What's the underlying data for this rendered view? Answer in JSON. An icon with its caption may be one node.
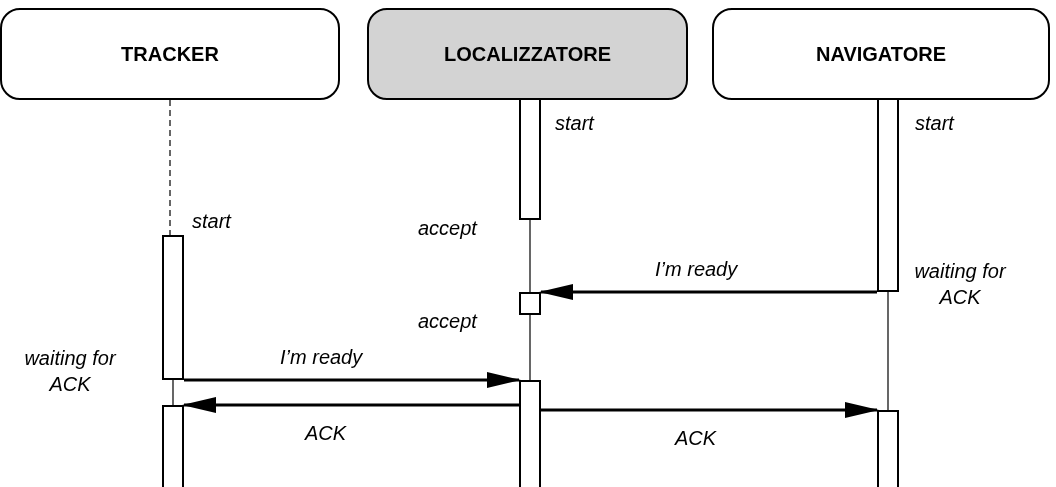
{
  "diagram": {
    "nodes": [
      {
        "text": [
          "TRACKER"
        ]
      },
      {
        "text": [
          "LOCALIZZATORE"
        ]
      },
      {
        "text": [
          "NAVIGATORE"
        ]
      },
      {
        "text": [],
        "shape": "box",
        "beside": [
          "start",
          "accept"
        ]
      },
      {
        "text": [],
        "shape": "box",
        "beside": [
          "start",
          "waiting for ACK"
        ]
      },
      {
        "text": [],
        "shape": "box",
        "beside": [
          "start",
          "waiting for ACK"
        ]
      },
      {
        "text": [],
        "shape": "box",
        "beside": [
          "accept"
        ]
      },
      {
        "text": [],
        "shape": "box"
      },
      {
        "text": [],
        "shape": "box"
      },
      {
        "text": [],
        "shape": "box"
      }
    ],
    "edges": [
      {
        "from": 4,
        "to": 6,
        "arrow": "to",
        "label": "I’m ready",
        "style": "thick"
      },
      {
        "from": 5,
        "to": 8,
        "arrow": "to",
        "label": "I’m ready",
        "style": "thick"
      },
      {
        "from": 8,
        "to": 7,
        "arrow": "to",
        "label": "ACK",
        "style": "thick"
      },
      {
        "from": 8,
        "to": 9,
        "arrow": "to",
        "label": "ACK",
        "style": "thick"
      },
      {
        "from": 0,
        "to": 5,
        "arrow": "none",
        "style": "dashed"
      },
      {
        "from": 5,
        "to": 7,
        "arrow": "none"
      },
      {
        "from": 3,
        "to": 6,
        "arrow": "none"
      },
      {
        "from": 6,
        "to": 8,
        "arrow": "none"
      },
      {
        "from": 4,
        "to": 9,
        "arrow": "none"
      }
    ]
  }
}
